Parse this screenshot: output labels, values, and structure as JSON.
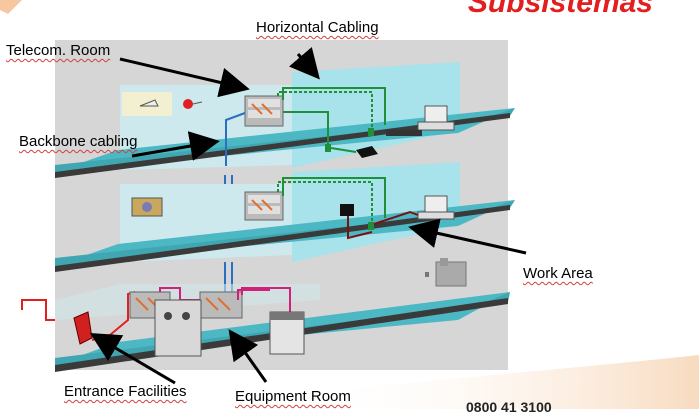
{
  "title": "Subsistemas",
  "labels": {
    "horizontal_cabling": "Horizontal Cabling",
    "telecom_room": "Telecom. Room",
    "backbone_cabling": "Backbone cabling",
    "work_area": "Work Area",
    "entrance_facilities": "Entrance Facilities",
    "equipment_room": "Equipment Room"
  },
  "phone": "0800 41 3100",
  "colors": {
    "title": "#e21e1e",
    "floor": "#4bb8c4",
    "wall": "#d3d3d3",
    "glass": "#a8e2ea",
    "green_cable": "#1f8f3a",
    "blue_cable": "#2a6fc0",
    "red_cable": "#e02020",
    "magenta_cable": "#d0207a",
    "darkred_cable": "#7a1010"
  }
}
